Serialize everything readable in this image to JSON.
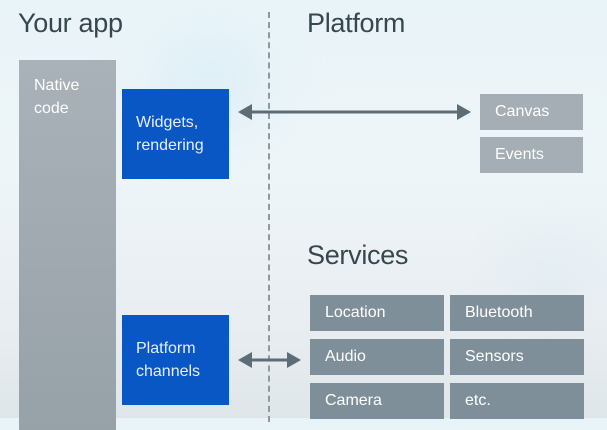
{
  "headings": {
    "your_app": "Your app",
    "platform": "Platform",
    "services": "Services"
  },
  "app_blocks": {
    "native_code": "Native code",
    "widgets": [
      "Widgets,",
      "rendering"
    ],
    "platform_channels": [
      "Platform",
      "channels"
    ]
  },
  "platform_blocks": [
    "Canvas",
    "Events"
  ],
  "services": [
    "Location",
    "Bluetooth",
    "Audio",
    "Sensors",
    "Camera",
    "etc."
  ],
  "colors": {
    "flutter_blue": "#0857c4",
    "native_grey": "#a4aeb4",
    "service_grey": "#7f8f99",
    "arrow": "#5d6d78",
    "heading_text": "#37474f"
  }
}
